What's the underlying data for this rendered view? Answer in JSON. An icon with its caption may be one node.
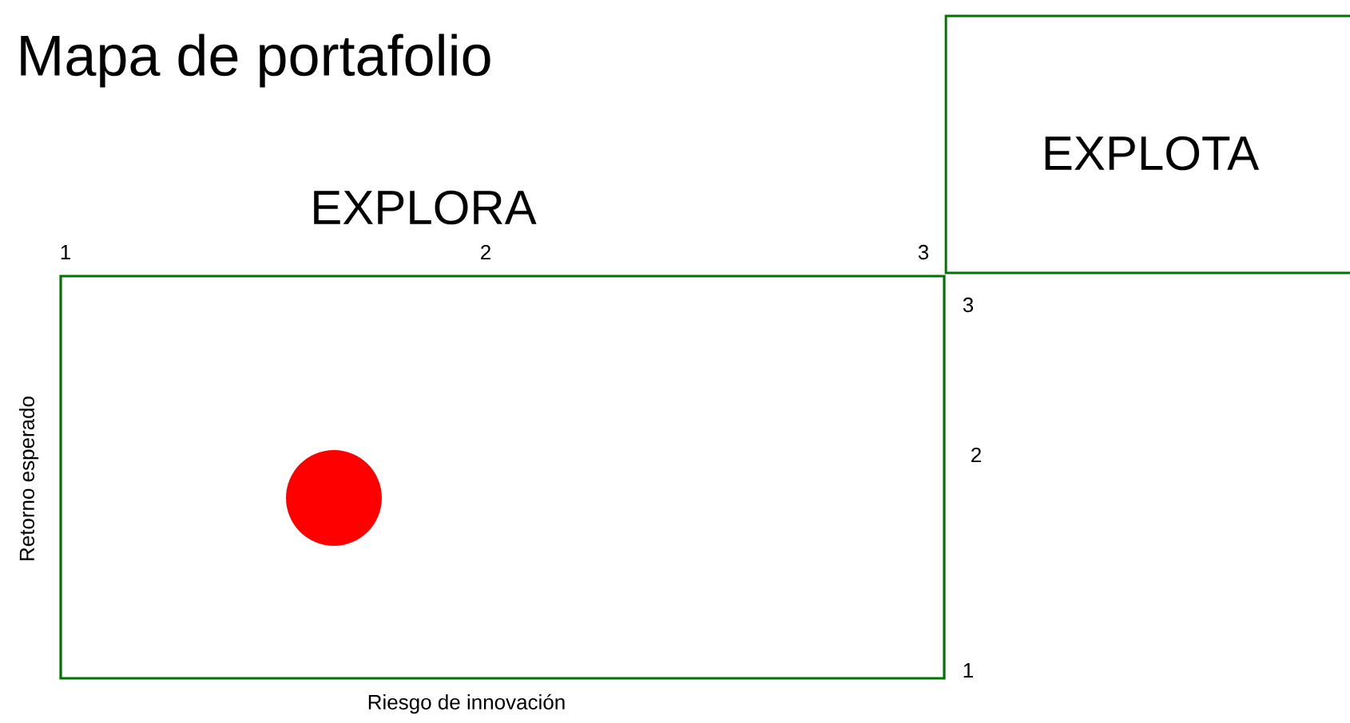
{
  "diagram": {
    "title": "Mapa de portafolio",
    "nodes": [
      {
        "text": [
          "EXPLORA"
        ]
      },
      {
        "text": [
          "EXPLOTA"
        ]
      },
      {
        "text": [],
        "shape": "circle",
        "in": 0
      }
    ],
    "labels": [
      "1",
      "2",
      "3",
      "3",
      "Retorno esperado",
      "2",
      "1",
      "Riesgo de innovación"
    ]
  }
}
